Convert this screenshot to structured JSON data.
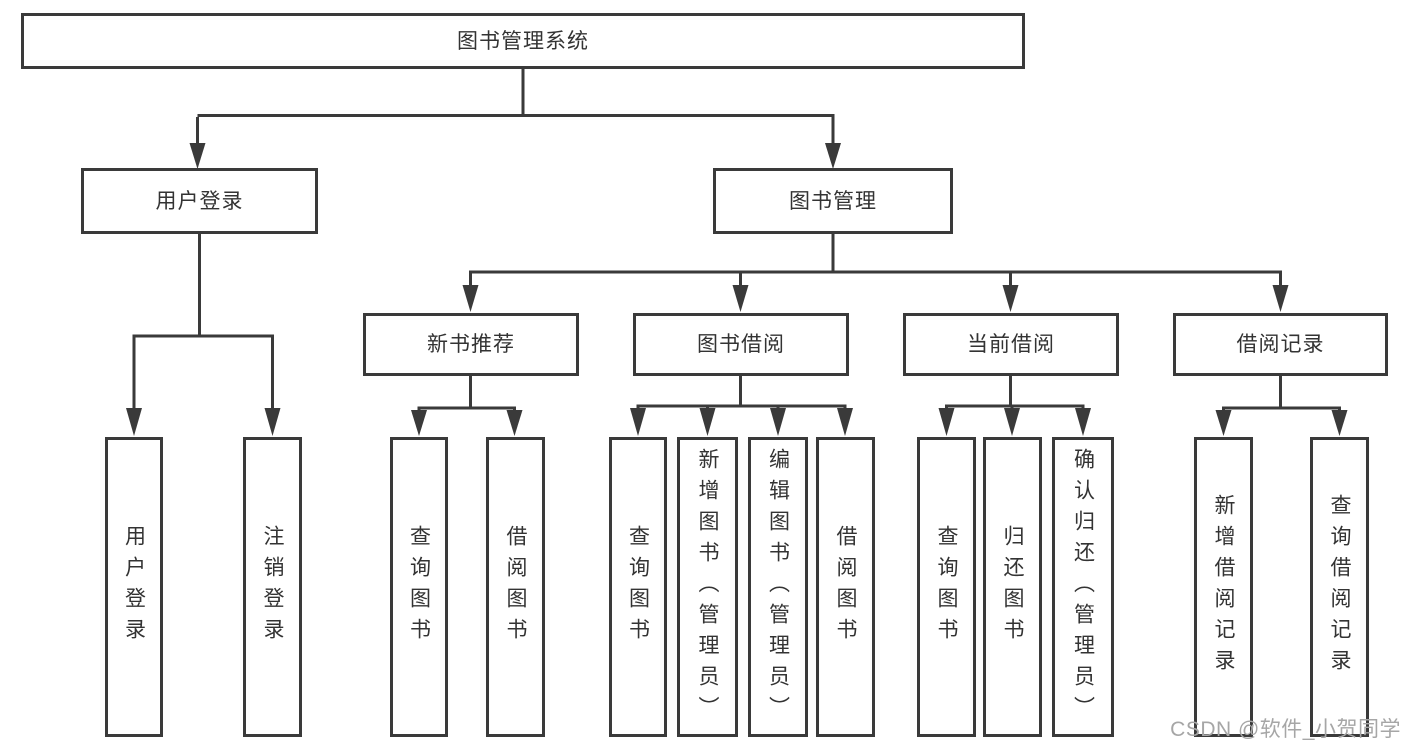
{
  "diagram": {
    "tree": {
      "root": "图书管理系统",
      "children": [
        {
          "label": "用户登录",
          "children": [
            "用户登录",
            "注销登录"
          ]
        },
        {
          "label": "图书管理",
          "children": [
            {
              "label": "新书推荐",
              "children": [
                "查询图书",
                "借阅图书"
              ]
            },
            {
              "label": "图书借阅",
              "children": [
                "查询图书",
                "新增图书（管理员）",
                "编辑图书（管理员）",
                "借阅图书"
              ]
            },
            {
              "label": "当前借阅",
              "children": [
                "查询图书",
                "归还图书",
                "确认归还（管理员）"
              ]
            },
            {
              "label": "借阅记录",
              "children": [
                "新增借阅记录",
                "查询借阅记录"
              ]
            }
          ]
        }
      ]
    },
    "watermark": "CSDN @软件_小贺同学",
    "colors": {
      "line": "#3a3a3a",
      "text": "#333333",
      "background": "#ffffff",
      "watermark": "#a6a6a6"
    }
  }
}
